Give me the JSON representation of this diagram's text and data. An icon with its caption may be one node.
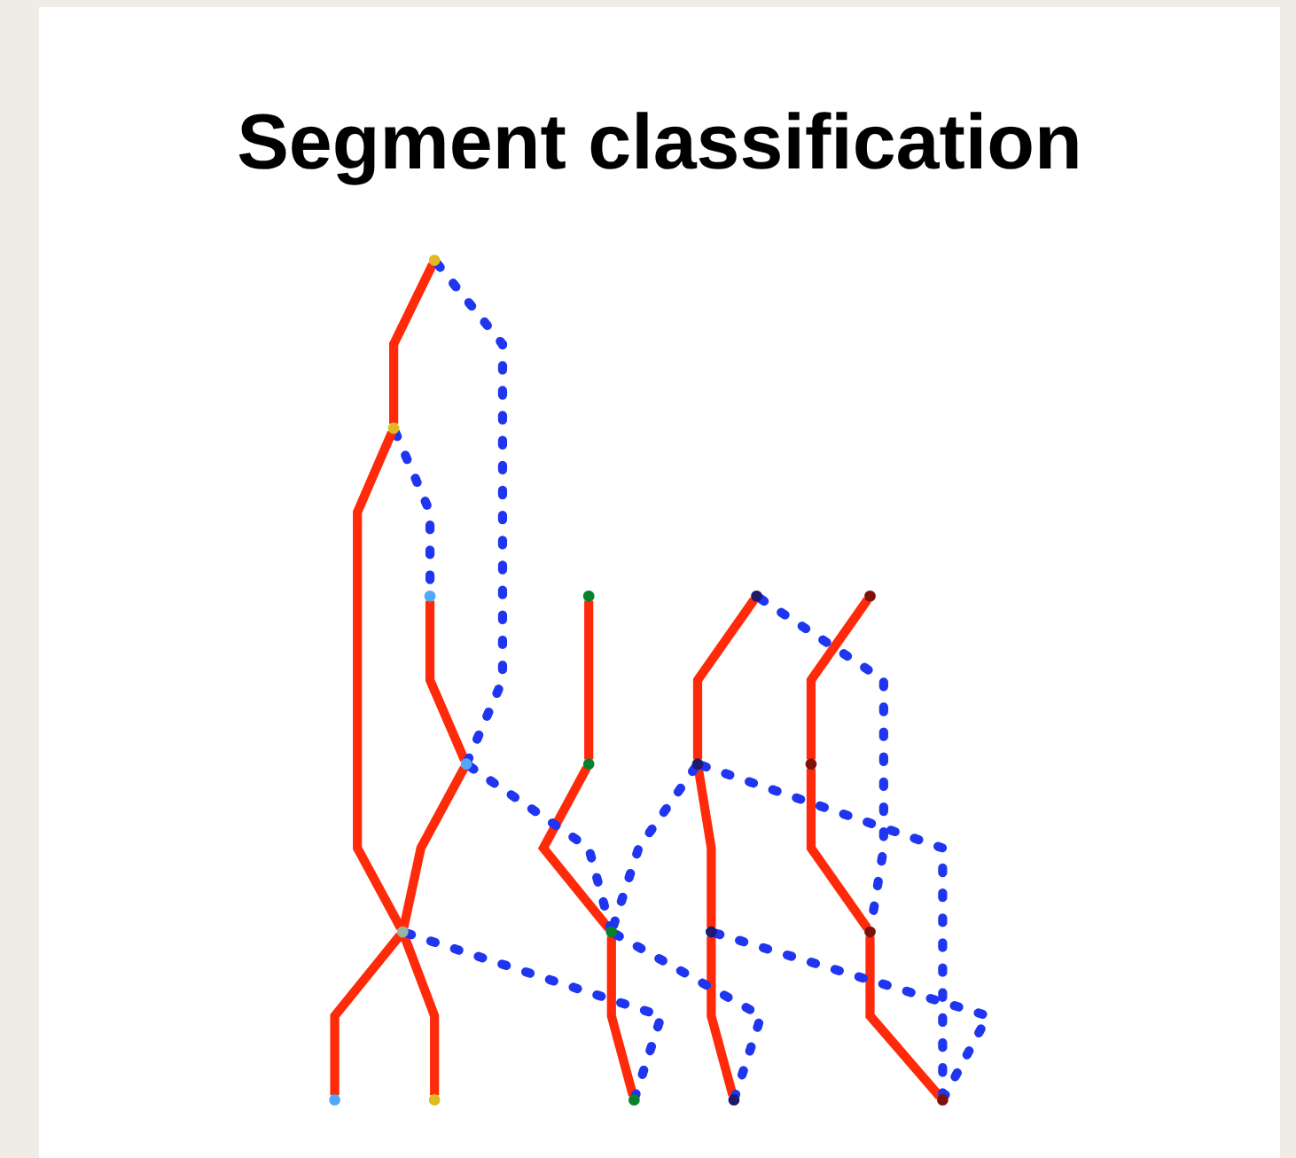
{
  "diagram": {
    "title": "Segment classification",
    "nodes": [
      {
        "text": [],
        "shape": "circle"
      },
      {
        "text": [],
        "shape": "circle"
      },
      {
        "text": [],
        "shape": "circle"
      },
      {
        "text": [],
        "shape": "circle"
      },
      {
        "text": [],
        "shape": "circle"
      },
      {
        "text": [],
        "shape": "circle"
      },
      {
        "text": [],
        "shape": "circle"
      },
      {
        "text": [],
        "shape": "circle"
      },
      {
        "text": [],
        "shape": "circle"
      },
      {
        "text": [],
        "shape": "circle"
      },
      {
        "text": [],
        "shape": "circle"
      },
      {
        "text": [],
        "shape": "circle"
      },
      {
        "text": [],
        "shape": "circle"
      },
      {
        "text": [],
        "shape": "circle"
      },
      {
        "text": [],
        "shape": "circle"
      },
      {
        "text": [],
        "shape": "circle"
      },
      {
        "text": [],
        "shape": "circle"
      },
      {
        "text": [],
        "shape": "circle"
      },
      {
        "text": [],
        "shape": "circle"
      }
    ],
    "edges": [
      {
        "from": 0,
        "to": 5,
        "arrow": "none"
      },
      {
        "from": 1,
        "to": 6,
        "arrow": "none"
      },
      {
        "from": 2,
        "to": 7,
        "arrow": "none"
      },
      {
        "from": 3,
        "to": 8,
        "arrow": "none"
      },
      {
        "from": 4,
        "to": 9,
        "arrow": "none"
      },
      {
        "from": 0,
        "to": 6,
        "arrow": "none",
        "style": "dashed",
        "color": "#1f35f0"
      },
      {
        "from": 5,
        "to": 1,
        "arrow": "none",
        "style": "dashed",
        "color": "#1f35f0"
      },
      {
        "from": 5,
        "to": 10,
        "arrow": "none"
      },
      {
        "from": 6,
        "to": 10,
        "arrow": "none"
      },
      {
        "from": 7,
        "to": 11,
        "arrow": "none"
      },
      {
        "from": 8,
        "to": 12,
        "arrow": "none"
      },
      {
        "from": 9,
        "to": 13,
        "arrow": "none"
      },
      {
        "from": 6,
        "to": 11,
        "arrow": "none",
        "style": "dashed",
        "color": "#1f35f0"
      },
      {
        "from": 8,
        "to": 11,
        "arrow": "none",
        "style": "dashed",
        "color": "#1f35f0"
      },
      {
        "from": 3,
        "to": 13,
        "arrow": "none",
        "style": "dashed",
        "color": "#1f35f0"
      },
      {
        "from": 10,
        "to": 14,
        "arrow": "none"
      },
      {
        "from": 10,
        "to": 15,
        "arrow": "none"
      },
      {
        "from": 11,
        "to": 16,
        "arrow": "none"
      },
      {
        "from": 12,
        "to": 17,
        "arrow": "none"
      },
      {
        "from": 13,
        "to": 18,
        "arrow": "none"
      },
      {
        "from": 10,
        "to": 16,
        "arrow": "none",
        "style": "dashed",
        "color": "#1f35f0"
      },
      {
        "from": 11,
        "to": 17,
        "arrow": "none",
        "style": "dashed",
        "color": "#1f35f0"
      },
      {
        "from": 8,
        "to": 18,
        "arrow": "none",
        "style": "dashed",
        "color": "#1f35f0"
      },
      {
        "from": 12,
        "to": 18,
        "arrow": "none",
        "style": "dashed",
        "color": "#1f35f0"
      }
    ]
  }
}
